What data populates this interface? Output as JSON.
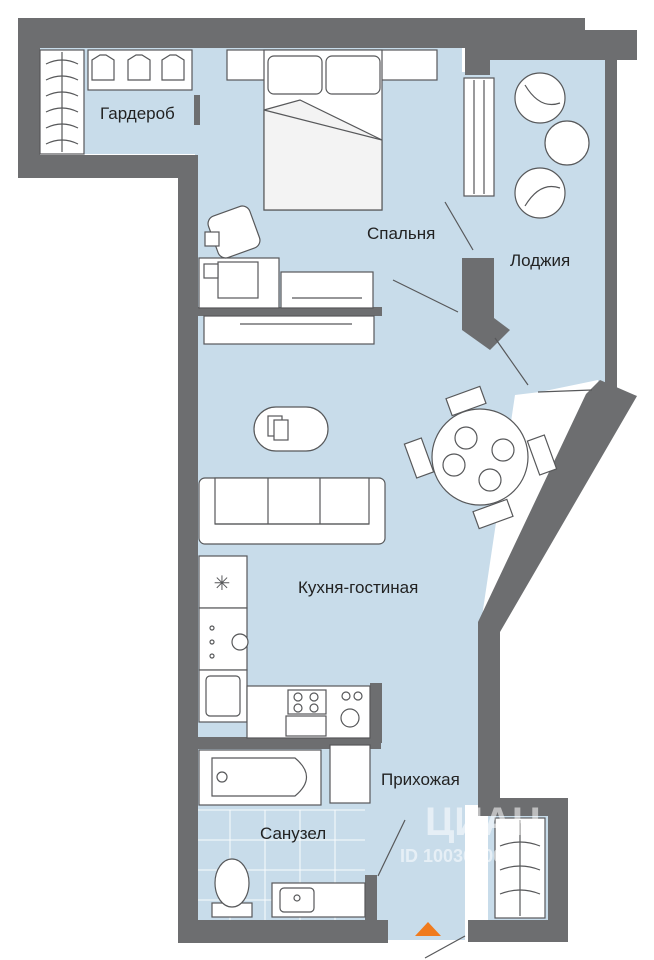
{
  "rooms": {
    "wardrobe": "Гардероб",
    "bedroom": "Спальня",
    "loggia": "Лоджия",
    "kitchen_living": "Кухня-гостиная",
    "hallway": "Прихожая",
    "bathroom": "Санузел"
  },
  "watermark": {
    "line1": "ЦИАН",
    "line2": "ID 10036000"
  },
  "colors": {
    "wall": "#6d6e70",
    "floor": "#c8dcea",
    "tile": "#d3e3ef",
    "furniture_stroke": "#57585a",
    "entrance_marker": "#f07b1e"
  }
}
